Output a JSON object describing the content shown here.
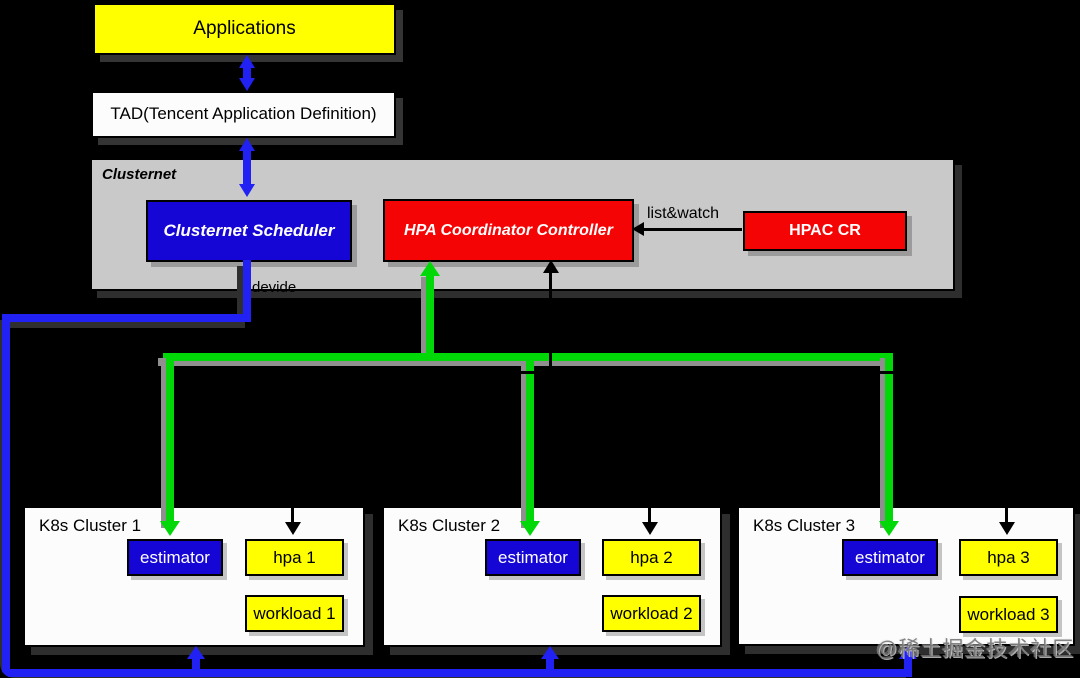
{
  "applications_label": "Applications",
  "tad_label": "TAD(Tencent Application Definition)",
  "clusternet": {
    "panel_label": "Clusternet",
    "scheduler_label": "Clusternet Scheduler",
    "hpa_controller_label": "HPA Coordinator Controller",
    "hpac_cr_label": "HPAC CR",
    "list_watch_label": "list&watch",
    "devide_label": "devide"
  },
  "clusters": [
    {
      "title": "K8s Cluster 1",
      "estimator": "estimator",
      "hpa": "hpa 1",
      "workload": "workload 1"
    },
    {
      "title": "K8s Cluster 2",
      "estimator": "estimator",
      "hpa": "hpa 2",
      "workload": "workload 2"
    },
    {
      "title": "K8s Cluster 3",
      "estimator": "estimator",
      "hpa": "hpa 3",
      "workload": "workload 3"
    }
  ],
  "watermark": "@稀土掘金技术社区",
  "colors": {
    "background": "#000000",
    "yellow_box": "#ffff00",
    "blue_box": "#1606d6",
    "red_box": "#f40404",
    "gray_panel": "#c9c9c9",
    "white_box": "#fcfcfc",
    "blue_line": "#2121f3",
    "green_line": "#00d907",
    "black_line": "#000000"
  }
}
